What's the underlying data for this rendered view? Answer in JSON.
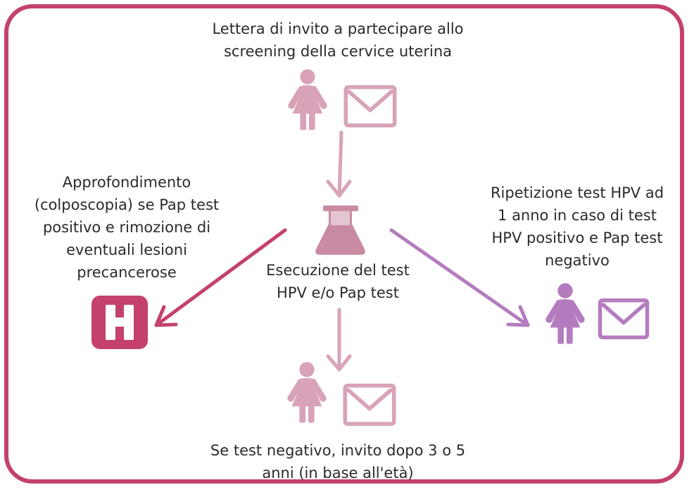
{
  "colors": {
    "border": "#c4416d",
    "pink_light": "#d8a3b9",
    "pink_mid": "#c98aa4",
    "magenta": "#c4416d",
    "purple": "#b47cbf"
  },
  "icons": {
    "top_person": "woman-icon",
    "top_mail": "envelope-icon",
    "flask": "flask-icon",
    "hospital": "hospital-icon",
    "bottom_person": "woman-icon",
    "bottom_mail": "envelope-icon",
    "right_person": "woman-icon",
    "right_mail": "envelope-icon"
  },
  "nodes": {
    "invite": "Lettera di invito a partecipare allo\nscreening della cervice uterina",
    "test": "Esecuzione del test\nHPV e/o Pap test",
    "followup": "Approfondimento\n(colposcopia) se Pap test\npositivo e rimozione di\neventuali lesioni\nprecancerose",
    "repeat": "Ripetizione test HPV ad\n1 anno in caso di test\nHPV positivo e Pap test\nnegativo",
    "negative": "Se test negativo, invito dopo 3 o 5\nanni (in base all'età)",
    "hospital_letter": "H"
  }
}
